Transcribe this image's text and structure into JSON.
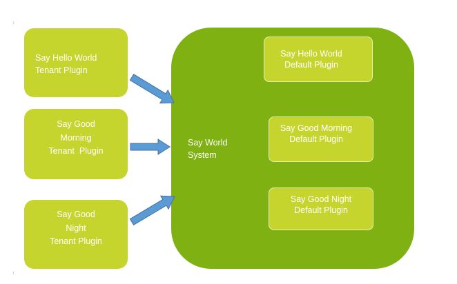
{
  "tenants": [
    {
      "label": "Say Hello World\nTenant Plugin"
    },
    {
      "label": "Say Good\nMorning\nTenant  Plugin"
    },
    {
      "label": "Say Good\nNight\nTenant Plugin"
    }
  ],
  "system": {
    "label": "Say World\nSystem"
  },
  "defaults": [
    {
      "label": "Say Hello World\nDefault Plugin"
    },
    {
      "label": "Say Good Morning\nDefault Plugin"
    },
    {
      "label": "Say Good Night\nDefault Plugin"
    }
  ],
  "colors": {
    "tenant_fill": "#c5d52d",
    "system_fill": "#7fb112",
    "arrow_fill": "#5b9bd5",
    "arrow_stroke": "#41719c"
  }
}
